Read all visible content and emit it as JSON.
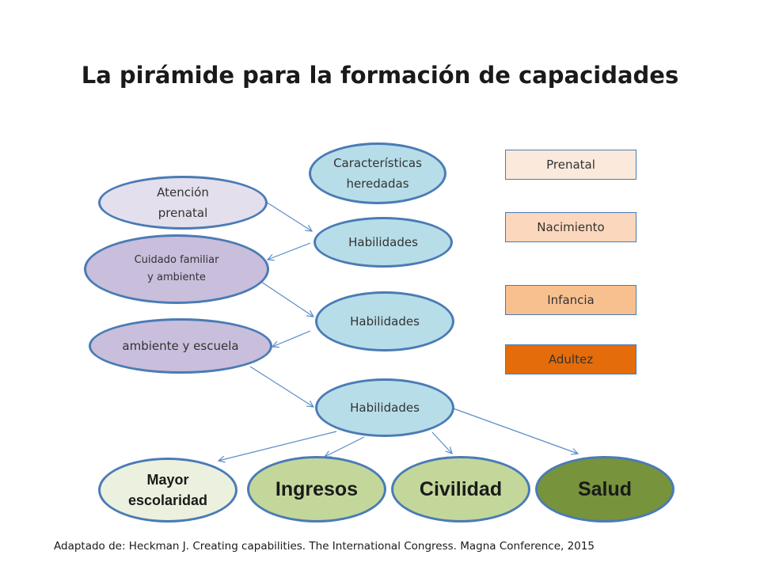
{
  "title": "La pirámide para la formación de capacidades",
  "nodes": {
    "inherited": [
      "Características",
      "heredadas"
    ],
    "prenatal_care": [
      "Atención",
      "prenatal"
    ],
    "family_care": [
      "Cuidado familiar",
      "y ambiente"
    ],
    "environment_school": "ambiente y escuela",
    "skills_1": "Habilidades",
    "skills_2": "Habilidades",
    "skills_3": "Habilidades"
  },
  "outcomes": {
    "schooling": [
      "Mayor",
      "escolaridad"
    ],
    "income": "Ingresos",
    "civility": "Civilidad",
    "health": "Salud"
  },
  "stages": [
    {
      "label": "Prenatal",
      "color": "#fbe9dc"
    },
    {
      "label": "Nacimiento",
      "color": "#fbd7bd"
    },
    {
      "label": "Infancia",
      "color": "#f9c08f"
    },
    {
      "label": "Adultez",
      "color": "#e46c0a"
    }
  ],
  "footnote": "Adaptado de: Heckman J.  Creating capabilities.  The International Congress. Magna Conference, 2015"
}
